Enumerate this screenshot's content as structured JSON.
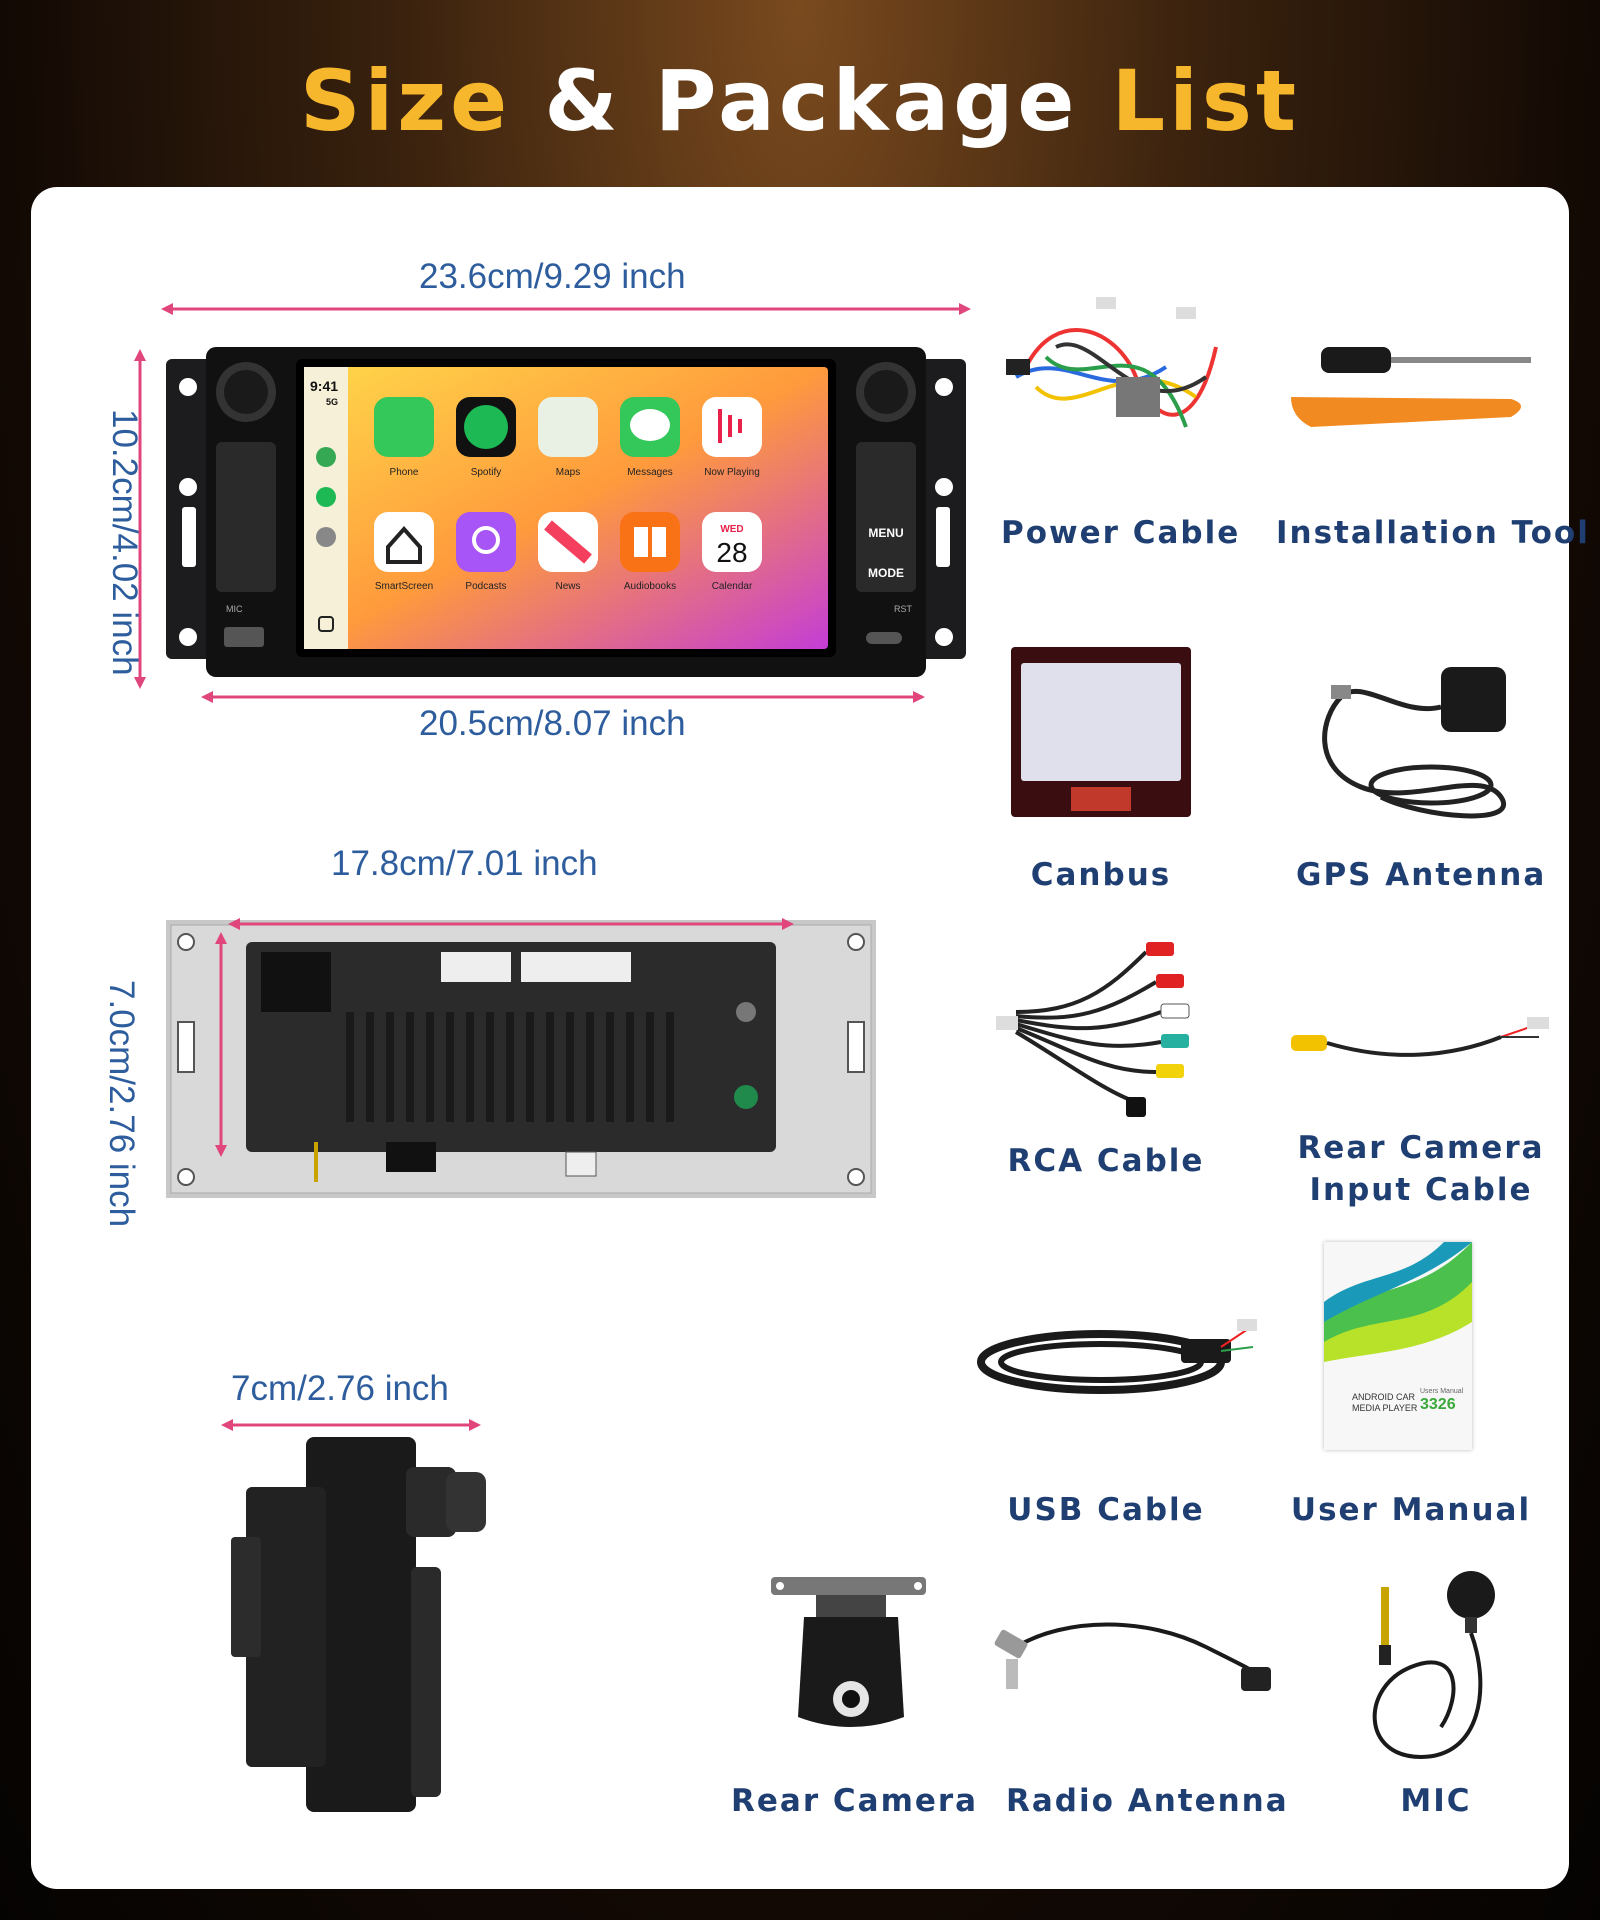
{
  "title": {
    "part1": "Size",
    "part2": "&",
    "part3": "Package",
    "part4": "List"
  },
  "dimensions": {
    "front_width": "23.6cm/9.29 inch",
    "front_height": "10.2cm/4.02 inch",
    "front_inner_width": "20.5cm/8.07 inch",
    "back_width": "17.8cm/7.01 inch",
    "back_height": "7.0cm/2.76 inch",
    "depth": "7cm/2.76 inch"
  },
  "screen": {
    "time": "9:41",
    "signal": "5G",
    "apps_row1": [
      "Phone",
      "Spotify",
      "Maps",
      "Messages",
      "Now Playing"
    ],
    "apps_row2": [
      "SmartScreen",
      "Podcasts",
      "News",
      "Audiobooks",
      "Calendar"
    ],
    "calendar_day": "WED",
    "calendar_date": "28",
    "buttons": [
      "MENU",
      "MODE"
    ],
    "mic_label": "MIC",
    "rst_label": "RST"
  },
  "manual": {
    "line1": "ANDROID CAR",
    "line2": "MEDIA PLAYER",
    "sub": "Users Manual",
    "number": "3326"
  },
  "package_items": [
    {
      "label": "Power Cable",
      "icon": "power-cable-icon"
    },
    {
      "label": "Installation Tool",
      "icon": "installation-tool-icon"
    },
    {
      "label": "Canbus",
      "icon": "canbus-icon"
    },
    {
      "label": "GPS Antenna",
      "icon": "gps-antenna-icon"
    },
    {
      "label": "RCA Cable",
      "icon": "rca-cable-icon"
    },
    {
      "label": "Rear Camera Input Cable",
      "icon": "rear-camera-input-cable-icon"
    },
    {
      "label": "USB Cable",
      "icon": "usb-cable-icon"
    },
    {
      "label": "User Manual",
      "icon": "user-manual-icon"
    },
    {
      "label": "Rear Camera",
      "icon": "rear-camera-icon"
    },
    {
      "label": "Radio Antenna",
      "icon": "radio-antenna-icon"
    },
    {
      "label": "MIC",
      "icon": "mic-icon"
    }
  ],
  "colors": {
    "accent": "#f7b72c",
    "dimension_text": "#2e5d9e",
    "label_text": "#1f3f73",
    "dimension_line": "#e0467c"
  }
}
